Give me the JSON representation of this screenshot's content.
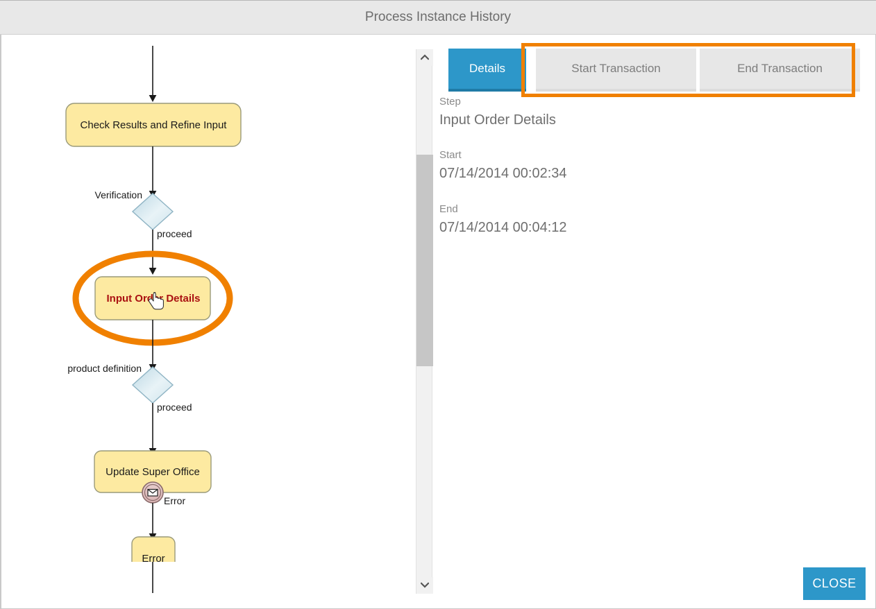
{
  "dialog": {
    "title": "Process Instance History",
    "close_label": "CLOSE"
  },
  "tabs": {
    "details_label": "Details",
    "start_transaction_label": "Start Transaction",
    "end_transaction_label": "End Transaction",
    "active": "Details",
    "highlight_color": "#f08000",
    "active_color": "#2d97c9"
  },
  "details": {
    "step_label": "Step",
    "step_value": "Input Order Details",
    "start_label": "Start",
    "start_value": "07/14/2014 00:02:34",
    "end_label": "End",
    "end_value": "07/14/2014 00:04:12"
  },
  "diagram": {
    "nodes": [
      {
        "id": "check",
        "label": "Check Results and Refine Input",
        "type": "task",
        "selected": false
      },
      {
        "id": "gw1",
        "label": "Verification",
        "type": "gateway",
        "selected": false
      },
      {
        "id": "input",
        "label": "Input Order Details",
        "type": "task",
        "selected": true
      },
      {
        "id": "gw2",
        "label": "product definition",
        "type": "gateway",
        "selected": false
      },
      {
        "id": "update",
        "label": "Update Super Office",
        "type": "task",
        "selected": false
      },
      {
        "id": "error",
        "label": "Error",
        "type": "task",
        "selected": false
      }
    ],
    "edge_labels": [
      {
        "id": "e1",
        "label": "proceed"
      },
      {
        "id": "e2",
        "label": "proceed"
      },
      {
        "id": "e3",
        "label": "Error"
      }
    ],
    "boundary_event": {
      "id": "mail-error",
      "icon": "envelope-icon",
      "label": "Error"
    },
    "selection_highlight_color": "#f08000",
    "node_fill": "#fdeaa1",
    "gateway_fill": "#cfe4ec",
    "cursor": "pointer-hand-cursor"
  },
  "scrollbar": {
    "up_icon": "chevron-up-icon",
    "down_icon": "chevron-down-icon",
    "thumb_position_percent": 20
  }
}
